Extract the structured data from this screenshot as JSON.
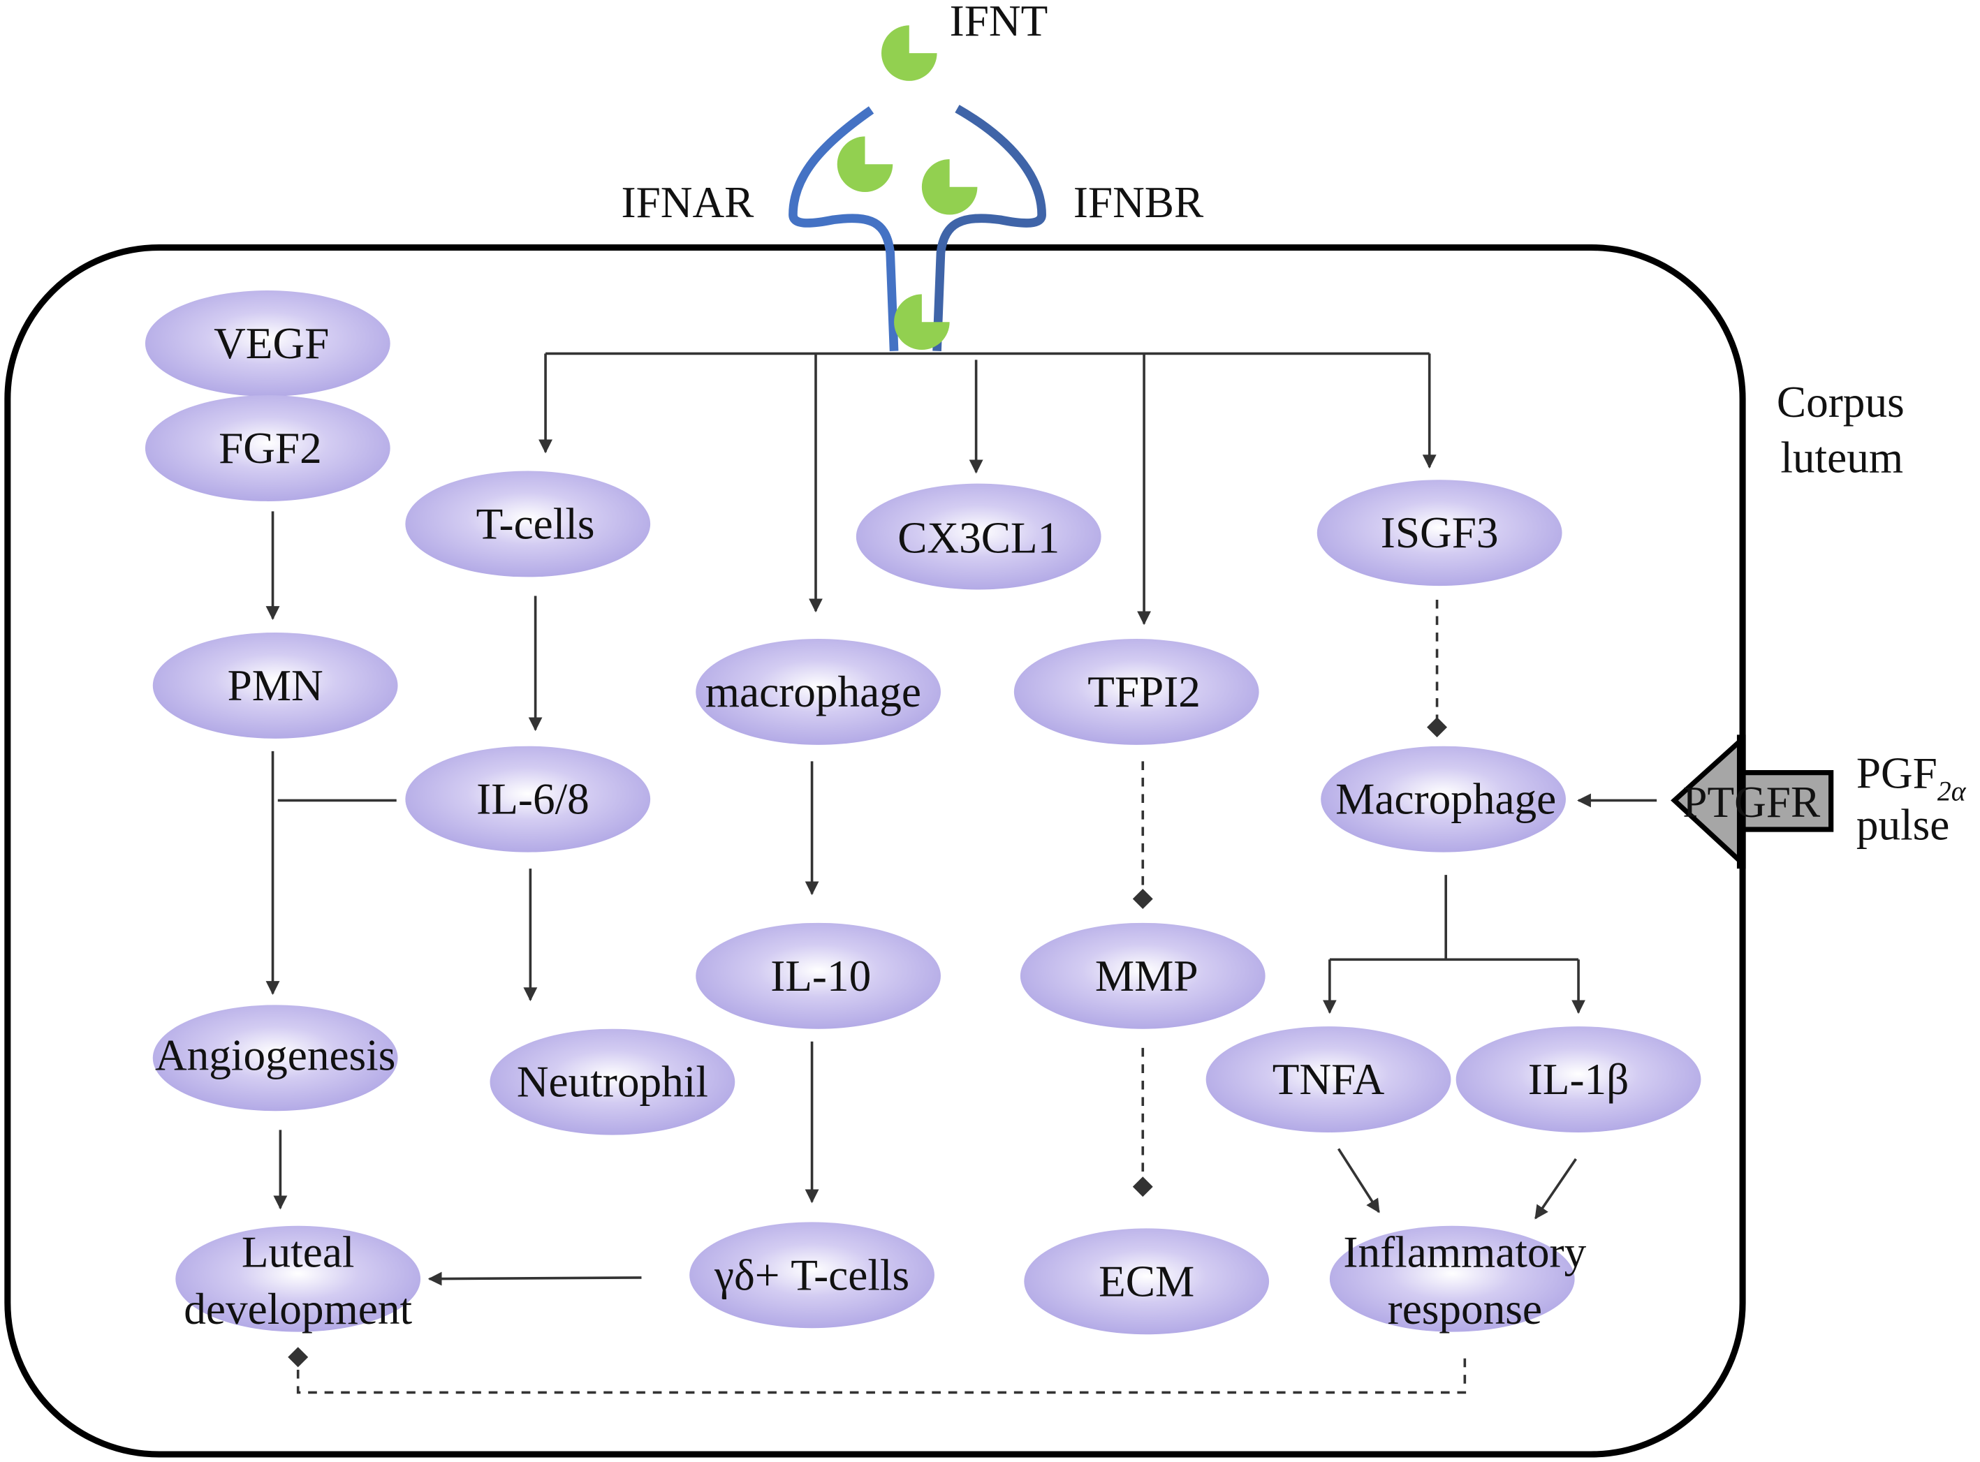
{
  "labels": {
    "ligand": "IFNT",
    "receptor_left": "IFNAR",
    "receptor_right": "IFNBR",
    "cell_line1": "Corpus",
    "cell_line2": "luteum",
    "signal_main": "PGF",
    "signal_sub": "2α",
    "signal_line2": "pulse",
    "receptor_arrow": "PTGFR"
  },
  "nodes": {
    "vegf": "VEGF",
    "fgf2": "FGF2",
    "tcells": "T-cells",
    "cx3cl1": "CX3CL1",
    "isgf3": "ISGF3",
    "pmn": "PMN",
    "macrophage_lc": "macrophage",
    "tfpi2": "TFPI2",
    "il68": "IL-6/8",
    "macrophage": "Macrophage",
    "il10": "IL-10",
    "mmp": "MMP",
    "angiogenesis": "Angiogenesis",
    "neutrophil": "Neutrophil",
    "tnfa": "TNFA",
    "il1b": "IL-1β",
    "luteal_1": "Luteal",
    "luteal_2": "development",
    "gdtcells": "γδ+ T-cells",
    "ecm": "ECM",
    "inflam_1": "Inflammatory",
    "inflam_2": "response"
  },
  "colors": {
    "node_fill": "#b3aae6",
    "receptor": "#4472c4",
    "ligand": "#92d050",
    "ptgfr_arrow": "#a6a6a6"
  }
}
